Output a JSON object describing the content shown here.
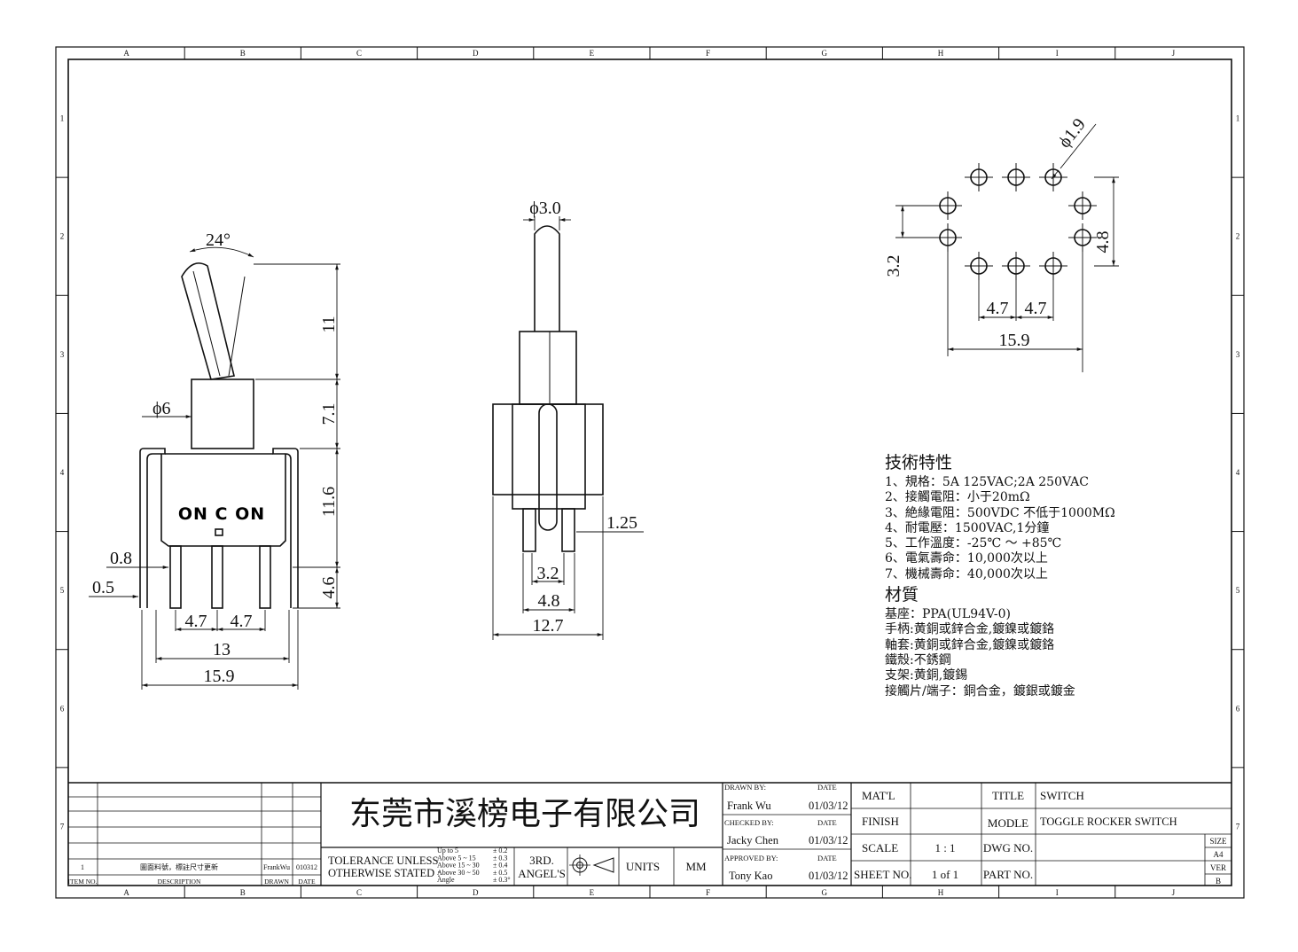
{
  "border": {
    "columns": [
      "A",
      "B",
      "C",
      "D",
      "E",
      "F",
      "G",
      "H",
      "I",
      "J"
    ],
    "rows": [
      "1",
      "2",
      "3",
      "4",
      "5",
      "6",
      "7"
    ]
  },
  "front_view": {
    "angle": "24°",
    "shaft_diameter": "ϕ6",
    "dims_right": [
      "11",
      "7.1",
      "11.6",
      "4.6"
    ],
    "dims_left": [
      "0.8",
      "0.5"
    ],
    "marking": "ON C ON",
    "pitch": [
      "4.7",
      "4.7"
    ],
    "width_inner": "13",
    "width_outer": "15.9"
  },
  "side_view": {
    "lever_diameter": "ϕ3.0",
    "terminal_width": "1.25",
    "dims_bottom": [
      "3.2",
      "4.8",
      "12.7"
    ]
  },
  "pcb_layout": {
    "hole_diameter": "ϕ1.9",
    "row_pitch": "3.2",
    "height": "4.8",
    "pitch": [
      "4.7",
      "4.7"
    ],
    "width": "15.9"
  },
  "specs": {
    "heading": "技術特性",
    "items": [
      "1、規格：5A 125VAC;2A 250VAC",
      "2、接觸電阻：小于20mΩ",
      "3、絶緣電阻：500VDC 不低于1000MΩ",
      "4、耐電壓：1500VAC,1分鐘",
      "5、工作溫度：-25℃ ～ +85℃",
      "6、電氣壽命：10,000次以上",
      "7、機械壽命：40,000次以上"
    ],
    "material_heading": "材質",
    "materials": [
      "基座：PPA(UL94V-0)",
      "手柄:黄銅或鋅合金,鍍鎳或鍍鉻",
      "軸套:黄銅或鋅合金,鍍鎳或鍍鉻",
      "鐵殼:不銹鋼",
      "支架:黄銅,鍍錫",
      "接觸片/端子：銅合金，鍍銀或鍍金"
    ]
  },
  "title_block": {
    "company": "东莞市溪榜电子有限公司",
    "revision": {
      "item": "1",
      "description": "圖面料號，標註尺寸更新",
      "drawn": "FrankWu",
      "date": "010312"
    },
    "headers": {
      "item_no": "ITEM NO.",
      "description": "DESCRIPTION",
      "drawn": "DRAWN",
      "date": "DATE"
    },
    "tolerance_label": [
      "TOLERANCE UNLESS",
      "OTHERWISE STATED :"
    ],
    "tolerance_rows": [
      {
        "range": "Up  to  5",
        "tol": "± 0.2"
      },
      {
        "range": "Above 5   ~ 15",
        "tol": "± 0.3"
      },
      {
        "range": "Above 15 ~ 30",
        "tol": "± 0.4"
      },
      {
        "range": "Above 30 ~ 50",
        "tol": "± 0.5"
      },
      {
        "range": "Angle",
        "tol": "± 0.3°"
      }
    ],
    "projection": [
      "3RD.",
      "ANGEL'S"
    ],
    "units_label": "UNITS",
    "units_value": "MM",
    "drawn_by_label": "DRAWN BY:",
    "drawn_by": "Frank Wu",
    "checked_by_label": "CHECKED BY:",
    "checked_by": "Jacky Chen",
    "approved_by_label": "APPROVED BY:",
    "approved_by": "Tony Kao",
    "date_label": "DATE",
    "dates": [
      "01/03/12",
      "01/03/12",
      "01/03/12"
    ],
    "matl_label": "MAT'L",
    "finish_label": "FINISH",
    "scale_label": "SCALE",
    "scale_value": "1 : 1",
    "sheet_label": "SHEET NO.",
    "sheet_value": "1 of 1",
    "title_label": "TITLE",
    "title_value": "SWITCH",
    "modle_label": "MODLE",
    "modle_value": "TOGGLE ROCKER SWITCH",
    "dwg_label": "DWG NO.",
    "part_label": "PART NO.",
    "size_label": "SIZE",
    "size_value": "A4",
    "ver_label": "VER",
    "ver_value": "B"
  }
}
